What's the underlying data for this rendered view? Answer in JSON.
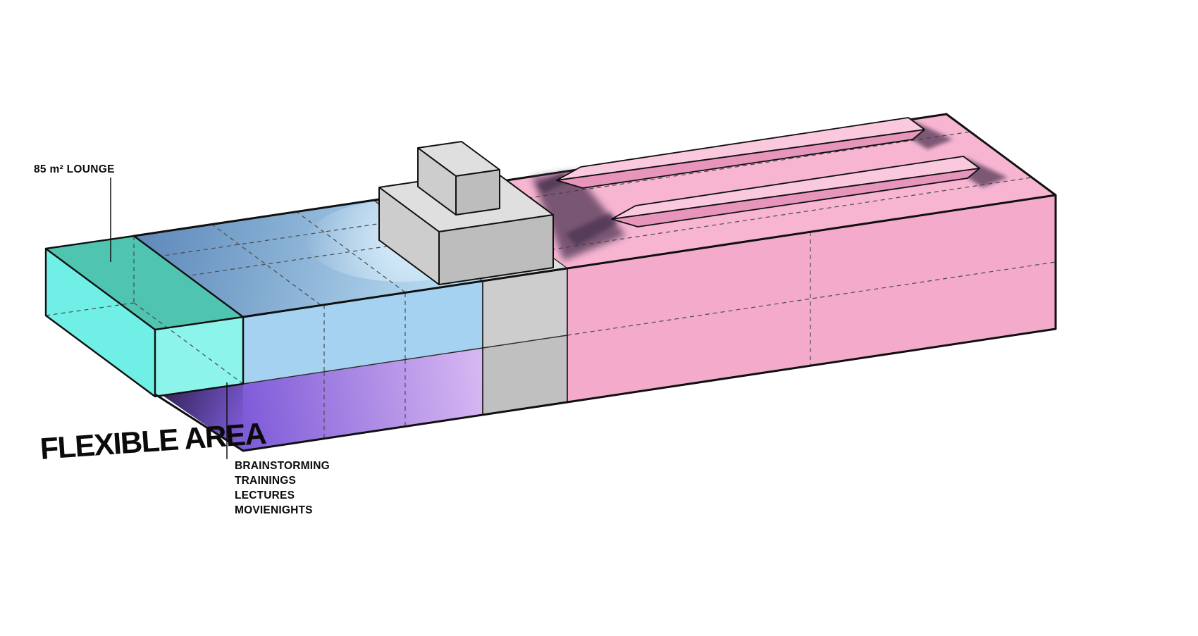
{
  "diagram": {
    "labels": {
      "lounge": "85 m² LOUNGE",
      "flexible_area": "FLEXIBLE AREA",
      "activities": [
        "BRAINSTORMING",
        "TRAININGS",
        "LECTURES",
        "MOVIENIGHTS"
      ]
    },
    "palette": {
      "background": "#ffffff",
      "outline": "#101010",
      "dash": "#4a4a4a",
      "teal_roof": "#4FC4B1",
      "cyan_side": "#70EFE6",
      "cyan_front": "#8DF4EC",
      "blue_top_back": "#5E89BA",
      "blue_top_front": "#BFE3F7",
      "blue_band": "#A5D2F0",
      "purple_band_dark": "#7E5BD8",
      "purple_band_light": "#D7B7F2",
      "wedge_dark": "#33245A",
      "wedge_light": "#7E5BD8",
      "gray_top": "#DFDFDF",
      "gray_left": "#CDCDCD",
      "gray_front": "#BDBDBD",
      "gray_back_shade": "#ABABAB",
      "gray_band_upper": "#CDCDCD",
      "gray_band_lower": "#C0C0C0",
      "pink_top": "#F7B5D2",
      "pink_front": "#F4ABCB",
      "bar_light": "#FBC9DD",
      "bar_dark": "#E795BB",
      "shadow_plum": "#4A3350"
    }
  }
}
